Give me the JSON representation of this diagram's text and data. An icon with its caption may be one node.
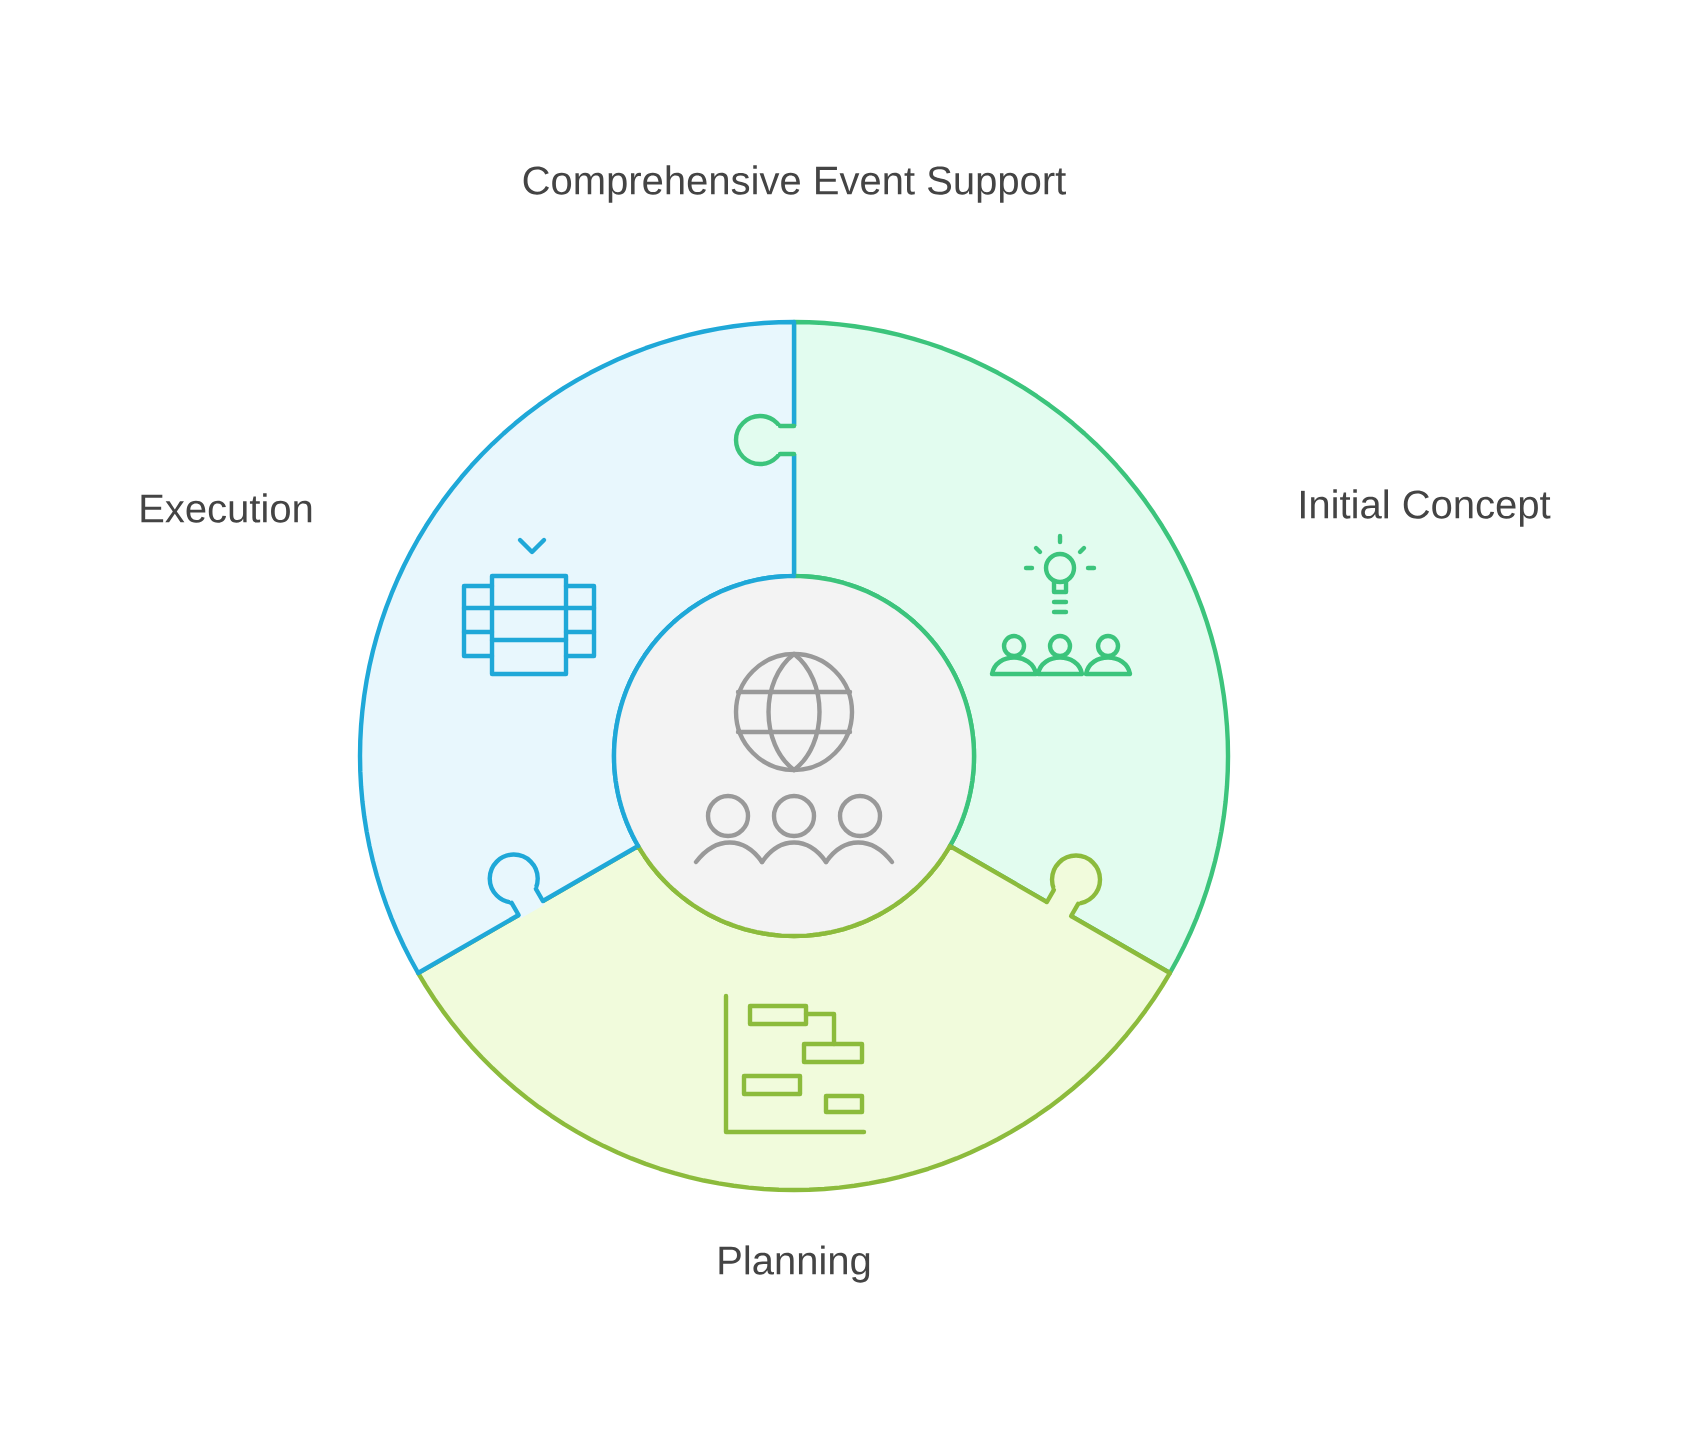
{
  "diagram": {
    "title": "Comprehensive Event Support",
    "nodes": [
      {
        "text": [
          "Initial Concept"
        ]
      },
      {
        "text": [
          "Planning"
        ]
      },
      {
        "text": [
          "Execution"
        ]
      },
      {
        "text": [],
        "shape": "circle"
      }
    ]
  }
}
